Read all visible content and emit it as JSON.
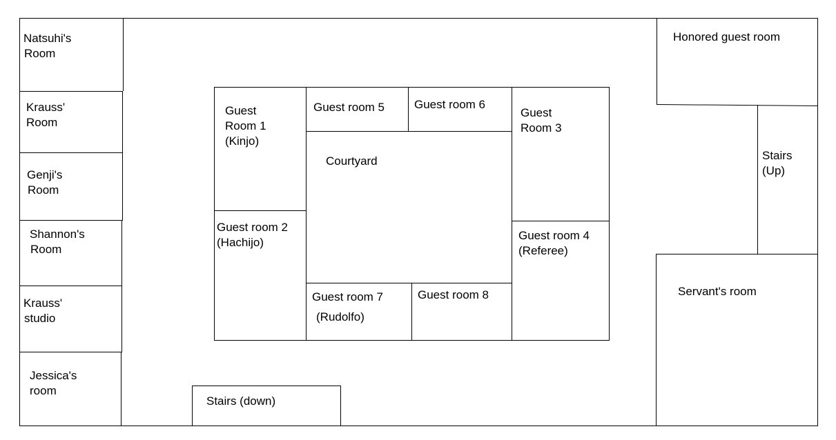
{
  "floorplan": {
    "rooms": {
      "natsuhi": [
        "Natsuhi's",
        "Room"
      ],
      "krauss_room": [
        "Krauss'",
        "Room"
      ],
      "genji": [
        "Genji's",
        "Room"
      ],
      "shannon": [
        "Shannon's",
        "Room"
      ],
      "krauss_studio": [
        "Krauss'",
        "studio"
      ],
      "jessica": [
        "Jessica's",
        "room"
      ],
      "guest1": [
        "Guest",
        "Room 1",
        "(Kinjo)"
      ],
      "guest2": [
        "Guest room 2",
        "(Hachijo)"
      ],
      "guest3": [
        "Guest",
        "Room 3"
      ],
      "guest4": [
        "Guest room 4",
        "(Referee)"
      ],
      "guest5": "Guest room 5",
      "guest6": "Guest room 6",
      "guest7": "Guest room 7",
      "guest7_occupant": "(Rudolfo)",
      "guest8": "Guest room 8",
      "courtyard": "Courtyard",
      "honored": "Honored guest room",
      "stairs_up": [
        "Stairs",
        "(Up)"
      ],
      "servant": "Servant's room",
      "stairs_down": "Stairs (down)"
    },
    "line_color": "#000000",
    "background_color": "#ffffff"
  }
}
